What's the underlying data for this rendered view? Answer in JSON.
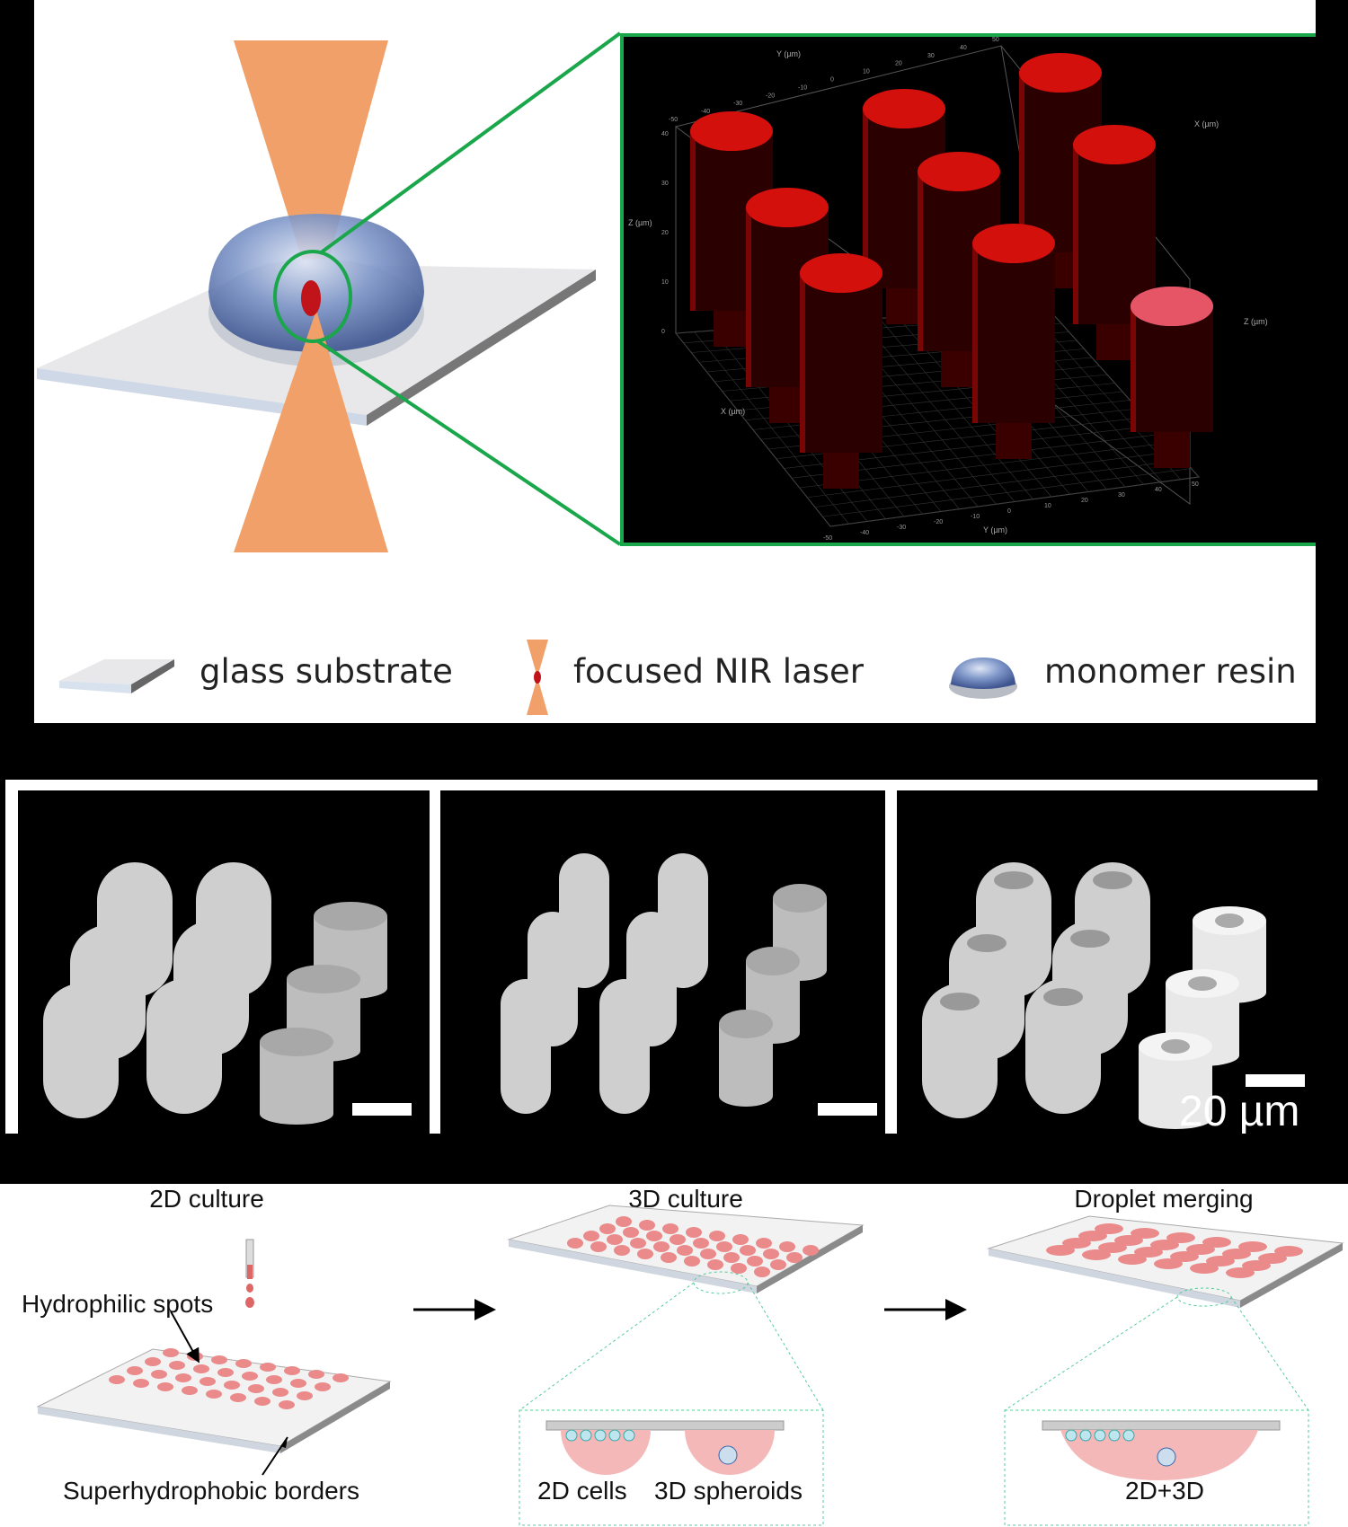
{
  "panel_a": {
    "legend": {
      "glass": "glass substrate",
      "laser": "focused NIR laser",
      "resin": "monomer resin"
    },
    "plot3d": {
      "y_axis_label": "Y (µm)",
      "x_axis_label": "X (µm)",
      "z_axis_label": "Z (µm)",
      "ticks_xy": [
        "-50",
        "-40",
        "-30",
        "-20",
        "-10",
        "0",
        "10",
        "20",
        "30",
        "40",
        "50"
      ],
      "ticks_z": [
        "0",
        "10",
        "20",
        "30",
        "40"
      ]
    },
    "colors": {
      "laser": "#f0a068",
      "pillar": "#d4100c",
      "green_box": "#1aa64a"
    }
  },
  "panel_b": {
    "scale_label": "20 µm"
  },
  "panel_c": {
    "titles": {
      "culture2d": "2D culture",
      "culture3d": "3D culture",
      "merging": "Droplet merging"
    },
    "labels": {
      "hydrophilic": "Hydrophilic spots",
      "superhydrophobic": "Superhydrophobic borders",
      "cells2d": "2D cells",
      "spheroids3d": "3D spheroids",
      "combined": "2D+3D"
    }
  }
}
